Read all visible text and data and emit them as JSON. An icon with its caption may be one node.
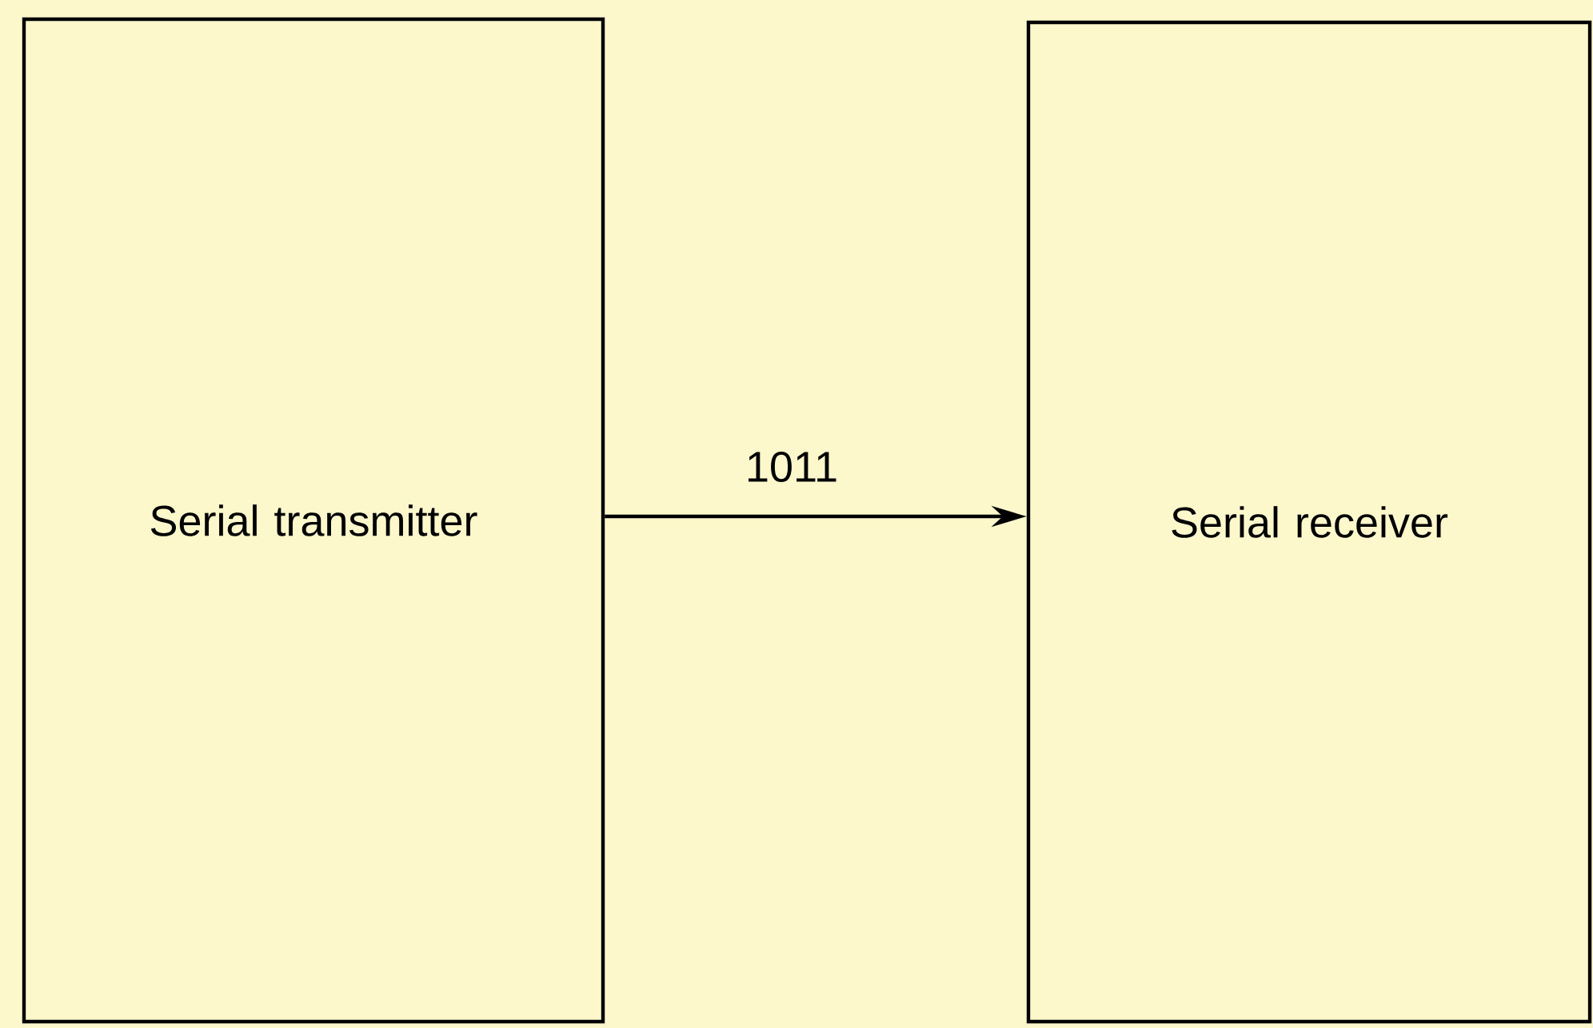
{
  "diagram": {
    "nodes": [
      {
        "text": [
          "Serial transmitter"
        ]
      },
      {
        "text": [
          "Serial receiver"
        ]
      }
    ],
    "edges": [
      {
        "from": 0,
        "to": 1,
        "arrow": "to",
        "label": "1011"
      }
    ]
  }
}
